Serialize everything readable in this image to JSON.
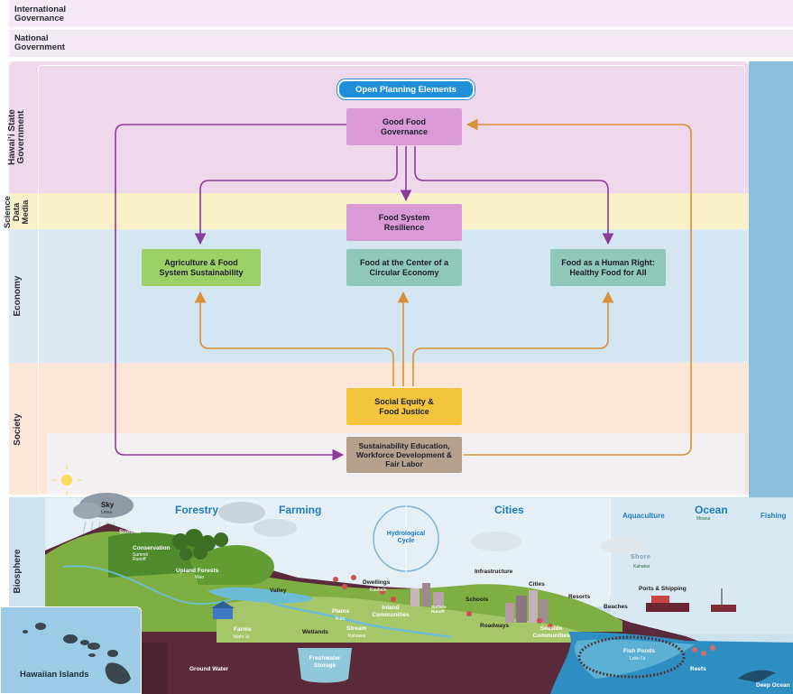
{
  "bands": {
    "international": "International Governance",
    "national": "National Government",
    "state": "Hawai’i State Government",
    "science": "Science Data Media",
    "economy": "Economy",
    "society": "Society",
    "biosphere": "Biosphere"
  },
  "header": {
    "pill": "Open Planning Elements"
  },
  "nodes": {
    "governance": "Good Food Governance",
    "resilience": "Food System Resilience",
    "agriculture": "Agriculture & Food System Sustainability",
    "circular": "Food at the Center of a Circular Economy",
    "human_right": "Food as a Human Right: Healthy Food for All",
    "equity": "Social Equity & Food Justice",
    "education": "Sustainability Education, Workforce Development & Fair Labor"
  },
  "landscape": {
    "sky": "Sky",
    "sky_sub": "Lewa",
    "forestry": "Forestry",
    "farming": "Farming",
    "cities": "Cities",
    "aquaculture": "Aquaculture",
    "ocean": "Ocean",
    "ocean_sub": "Moana",
    "fishing": "Fishing",
    "summit": "Summit",
    "conservation": "Conservation",
    "conservation_sub": "Summit Runoff",
    "hydro": "Hydrological Cycle",
    "upland": "Upland Forests",
    "upland_sub": "Wao",
    "valley": "Valley",
    "dwellings": "Dwellings",
    "dwellings_sub": "Kauhale",
    "infrastructure": "Infrastructure",
    "shore": "Shore",
    "shore_sub": "Kahakai",
    "schools": "Schools",
    "ports": "Ports & Shipping",
    "resorts": "Resorts",
    "cities_label": "Cities",
    "plains": "Plains",
    "plains_sub": "Kula",
    "inland": "Inland Communities",
    "surface": "Surface Runoff",
    "roadways": "Roadways",
    "beaches": "Beaches",
    "seaside": "Seaside Communities",
    "farms": "Farms",
    "farms_sub": "Mahi 'ai",
    "wetlands": "Wetlands",
    "stream": "Stream",
    "stream_sub": "Kahawai",
    "freshwater": "Freshwater Storage",
    "fishponds": "Fish Ponds",
    "fishponds_sub": "Loko I'a",
    "reefs": "Reefs",
    "groundwater": "Ground Water",
    "deep_ocean": "Deep Ocean",
    "islands": "Hawaiian Islands"
  }
}
